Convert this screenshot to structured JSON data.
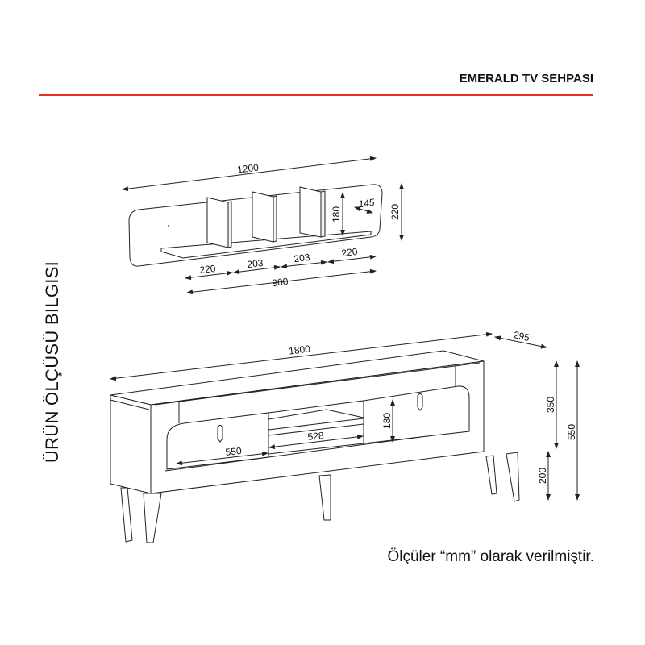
{
  "header": {
    "title": "EMERALD TV SEHPASI",
    "accent_color": "#e2311d"
  },
  "side_label": "ÜRÜN ÖLÇÜSÜ BILGISI",
  "footer_note": "Ölçüler “mm” olarak verilmiştir.",
  "wall_shelf": {
    "width": "1200",
    "height": "220",
    "inner_height": "180",
    "depth": "145",
    "segments": [
      "220",
      "203",
      "203",
      "220"
    ],
    "shelf_length": "900"
  },
  "tv_unit": {
    "width": "1800",
    "depth": "295",
    "body_height": "350",
    "total_height": "550",
    "leg_height": "200",
    "drawer_height": "180",
    "drawer_width": "550",
    "open_width": "528"
  }
}
